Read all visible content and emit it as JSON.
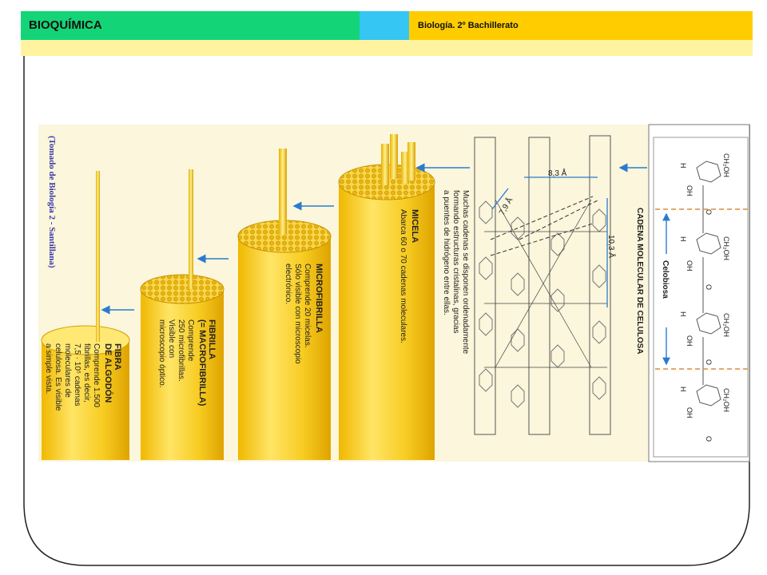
{
  "header": {
    "title": "BIOQUÍMICA",
    "subtitle": "Biología. 2º Bachillerato"
  },
  "figure": {
    "credit": "(Tomado de Biología 2 - Santillana)",
    "cotton": {
      "title": [
        "FIBRA",
        "DE ALGODÓN"
      ],
      "lines": [
        "Comprende 1.500",
        "fibrillas, es decir,",
        "7,5 · 10⁵ cadenas",
        "moleculares de",
        "celulosa. Es visible",
        "a simple vista."
      ]
    },
    "fibril": {
      "title": [
        "FIBRILLA",
        "(= MACROFIBRILLA)"
      ],
      "lines": [
        "Comprende",
        "250 microfibrillas.",
        "Visible con",
        "microscopio óptico."
      ]
    },
    "microfibril": {
      "title": [
        "MICROFIBRILLA"
      ],
      "lines": [
        "Comprende 20 micelas.",
        "Sólo visible con microscopio",
        "electrónico."
      ]
    },
    "micelle": {
      "title": [
        "MICELA"
      ],
      "lines": [
        "Abarca 60 o 70 cadenas moleculares."
      ]
    },
    "chains": {
      "lines": [
        "Muchas cadenas se disponen ordenadamente",
        "formando estructuras cristalinas, gracias",
        "a puentes de hidrógeno entre ellas."
      ],
      "d1": "8,3 Å",
      "d2": "7,9 Å",
      "d3": "10,3 Å"
    },
    "molecule": {
      "title": "CADENA MOLECULAR DE CELULOSA",
      "cellobiose": "Celobiosa",
      "ch2oh": "CH₂OH",
      "oh": "OH",
      "h": "H",
      "o": "O"
    }
  }
}
